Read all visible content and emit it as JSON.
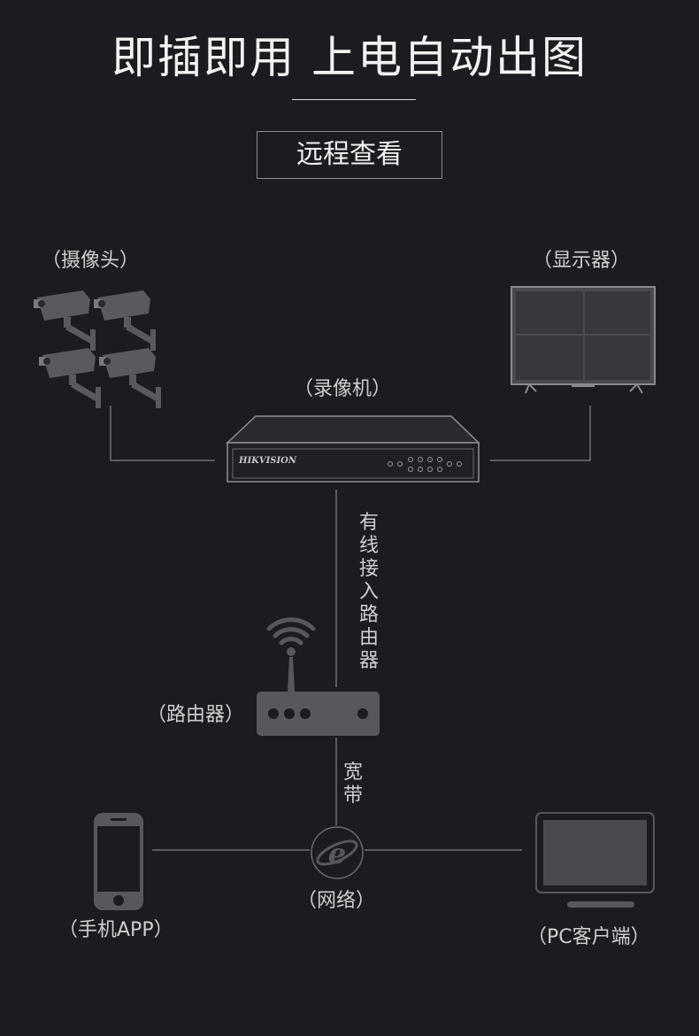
{
  "header": {
    "title": "即插即用  上电自动出图",
    "subtitle": "远程查看"
  },
  "nodes": {
    "camera": "（摄像头）",
    "monitor": "（显示器）",
    "recorder": "（录像机）",
    "router": "（路由器）",
    "network": "（网络）",
    "phone": "（手机APP）",
    "pc": "（PC客户端）"
  },
  "links": {
    "nvr_router": "有线接入路由器",
    "router_network": "宽带"
  },
  "device": {
    "brand": "HIKVISION"
  },
  "colors": {
    "background": "#1b1c20",
    "line": "#9a9a9a",
    "icon": "#58585c"
  }
}
